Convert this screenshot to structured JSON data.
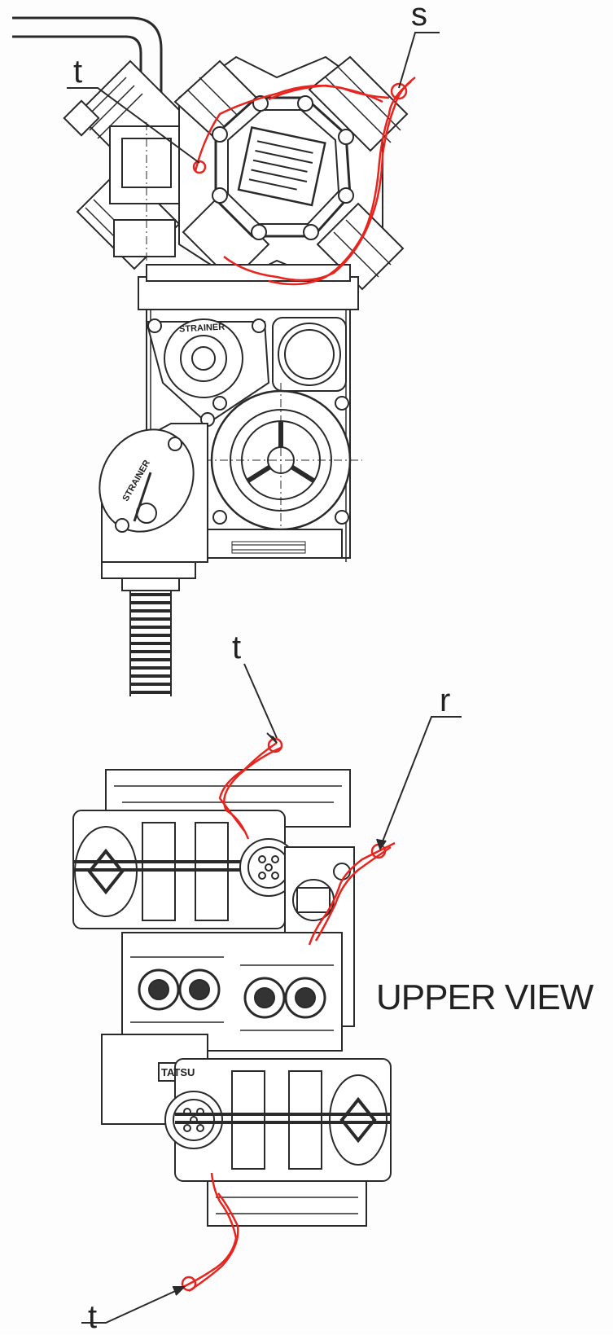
{
  "callouts": {
    "s": "s",
    "t_top": "t",
    "t_middle": "t",
    "r": "r",
    "t_bottom": "t"
  },
  "view_title": "UPPER VIEW",
  "strainer_text_a": "STRAINER",
  "strainer_text_b": "STRAINER",
  "brand_text": "TATSU",
  "colors": {
    "ink": "#2a2a2a",
    "lockwire": "#e8241e",
    "background": "#fdfdfd"
  }
}
